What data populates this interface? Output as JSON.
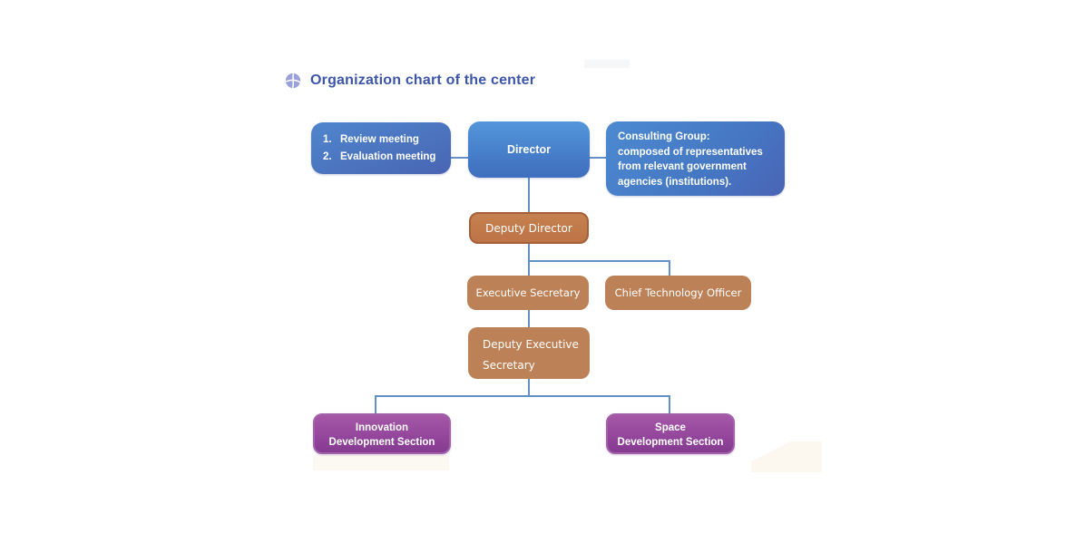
{
  "title": {
    "text": "Organization chart of the center",
    "icon": "pie-logo-icon",
    "text_color": "#3c55a8"
  },
  "chart": {
    "meetings_box": {
      "items": [
        {
          "num": "1.",
          "text": "Review meeting"
        },
        {
          "num": "2.",
          "text": "Evaluation meeting"
        }
      ]
    },
    "director_box": {
      "label": "Director"
    },
    "consulting_box": {
      "lines": [
        "Consulting Group:",
        "composed of representatives",
        "from relevant government",
        "agencies (institutions)."
      ]
    },
    "deputy_director_box": {
      "label": "Deputy Director"
    },
    "executive_secretary_box": {
      "label": "Executive Secretary"
    },
    "cto_box": {
      "label": "Chief Technology Officer"
    },
    "deputy_executive_secretary_box": {
      "lines": [
        "Deputy Executive",
        "Secretary"
      ]
    },
    "innovation_box": {
      "lines": [
        "Innovation",
        "Development Section"
      ]
    },
    "space_box": {
      "lines": [
        "Space",
        "Development Section"
      ]
    },
    "connections": [
      "Review/Evaluation meetings — Director",
      "Director — Consulting Group",
      "Director — Deputy Director",
      "Deputy Director — Executive Secretary",
      "Deputy Director — Chief Technology Officer",
      "Executive Secretary — Deputy Executive Secretary",
      "Deputy Executive Secretary — Innovation Development Section",
      "Deputy Executive Secretary — Space Development Section"
    ]
  },
  "colors": {
    "blue_box": "#4a7fc7",
    "orange_box": "#bc8156",
    "orange_box_bordered": "#c0794d",
    "orange_border": "#a55f39",
    "purple_box": "#94479c",
    "purple_border": "#a262aa",
    "connector": "#6290c7",
    "box_text": "#ffffff",
    "title_text": "#3c55a8",
    "title_icon": "#9aa0d8"
  }
}
